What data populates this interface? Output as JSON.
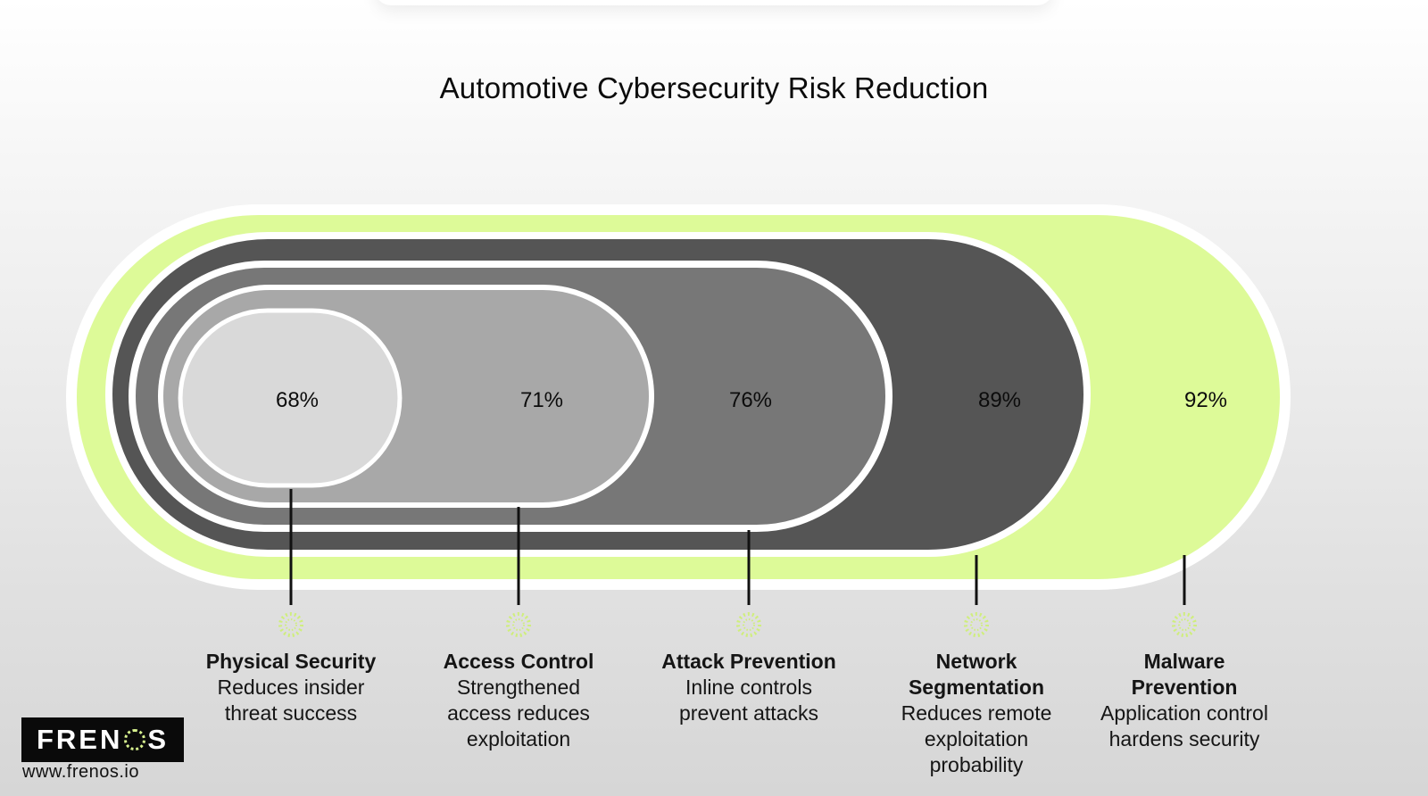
{
  "title": "Automotive Cybersecurity Risk Reduction",
  "colors": {
    "malware": "#ddfa98",
    "network": "#555555",
    "attack": "#777777",
    "access": "#a8a8a8",
    "physical": "#d9d9d9",
    "dot_accent": "#cfee7c"
  },
  "layers": [
    {
      "percent": "68%",
      "title": "Physical Security",
      "description": "Reduces insider threat success",
      "value": 68
    },
    {
      "percent": "71%",
      "title": "Access Control",
      "description": "Strengthened access reduces exploitation",
      "value": 71
    },
    {
      "percent": "76%",
      "title": "Attack Prevention",
      "description": "Inline controls prevent attacks",
      "value": 76
    },
    {
      "percent": "89%",
      "title": "Network Segmentation",
      "description": "Reduces remote exploitation probability",
      "value": 89
    },
    {
      "percent": "92%",
      "title": "Malware Prevention",
      "description": "Application control hardens security",
      "value": 92
    }
  ],
  "brand": {
    "logo_left": "FREN",
    "logo_right": "S",
    "website": "www.frenos.io"
  }
}
